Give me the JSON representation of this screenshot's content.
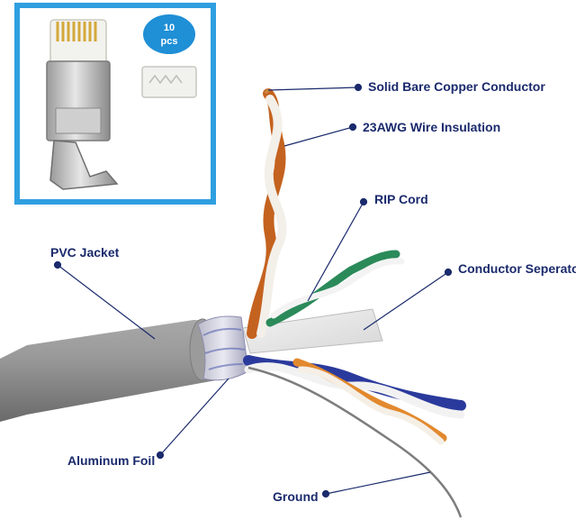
{
  "inset": {
    "badge_count": "10",
    "badge_unit": "pcs",
    "colors": {
      "frame": "#2f9fe0",
      "badge": "#1f8fd6"
    }
  },
  "labels": {
    "solid_bare_copper_conductor": "Solid Bare Copper Conductor",
    "wire_insulation": "23AWG Wire Insulation",
    "rip_cord": "RIP Cord",
    "pvc_jacket": "PVC Jacket",
    "conductor_separator": "Conductor Seperator",
    "aluminum_foil": "Aluminum Foil",
    "ground": "Ground"
  },
  "colors": {
    "label_text": "#1a2a6c",
    "dot": "#1a2a6c",
    "jacket": "#8e8e8e",
    "foil": "#c9c9d8",
    "orange_wire": "#c4621f",
    "green_wire": "#2b8a5a",
    "blue_wire": "#2a3a9c",
    "copper": "#c9863e"
  }
}
